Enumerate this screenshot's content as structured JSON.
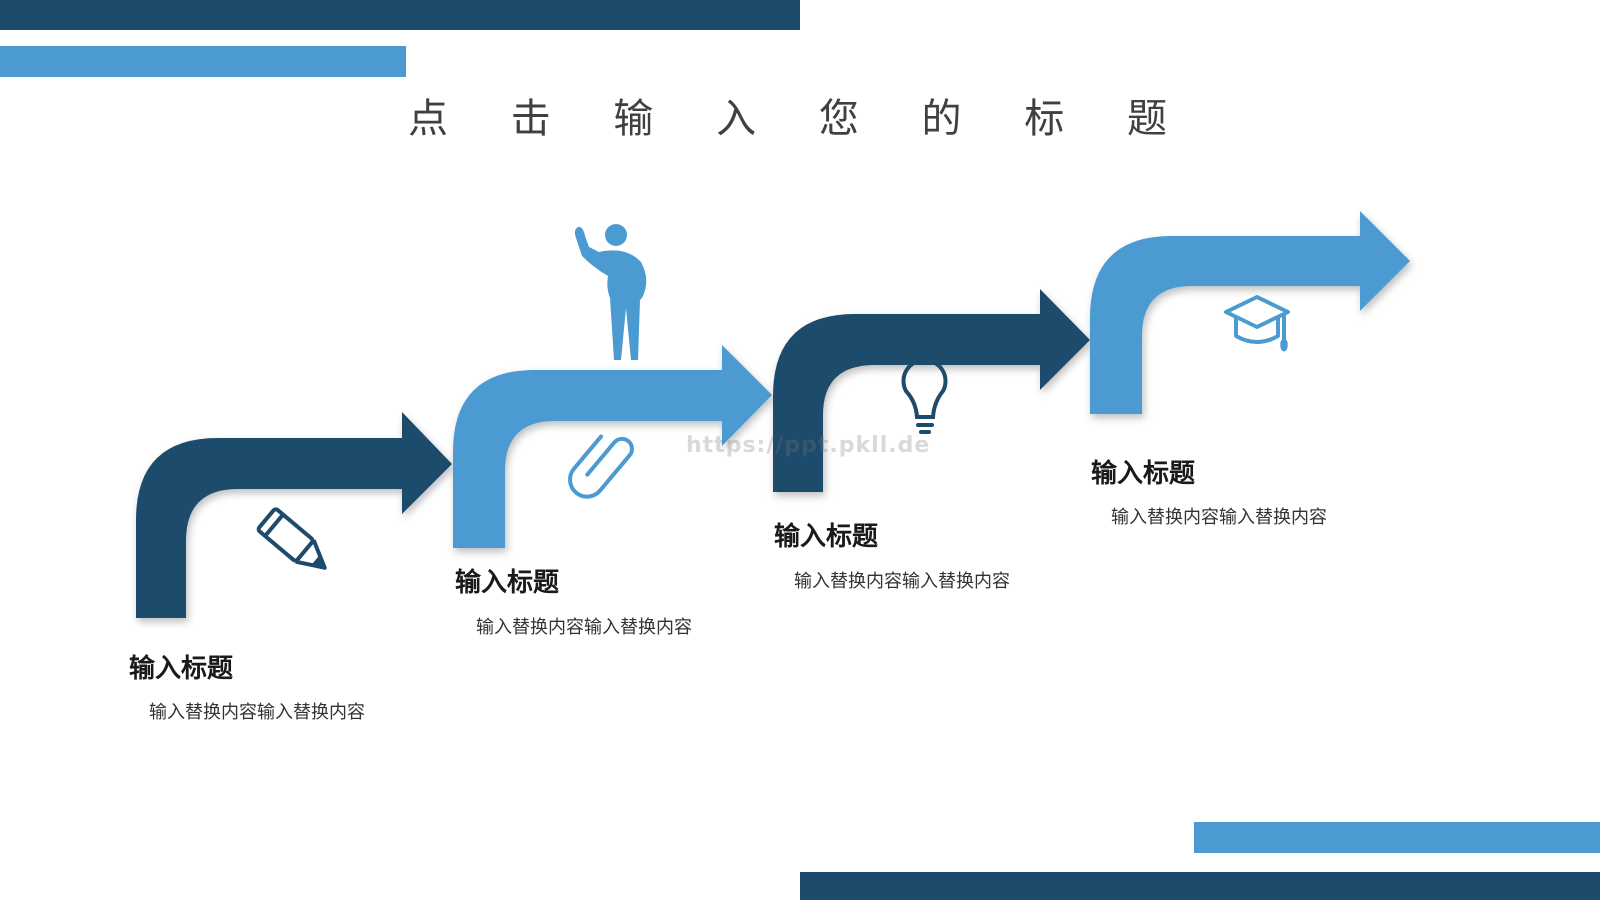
{
  "title": "点 击 输 入 您 的 标 题",
  "watermark": "https://ppt.pkll.de",
  "colors": {
    "dark": "#1d4b6c",
    "light": "#4b9bd2"
  },
  "steps": [
    {
      "title": "输入标题",
      "desc": "输入替换内容输入替换内容",
      "icon": "pencil-icon",
      "color": "dark"
    },
    {
      "title": "输入标题",
      "desc": "输入替换内容输入替换内容",
      "icon": "paperclip-icon",
      "color": "light"
    },
    {
      "title": "输入标题",
      "desc": "输入替换内容输入替换内容",
      "icon": "lightbulb-icon",
      "color": "dark"
    },
    {
      "title": "输入标题",
      "desc": "输入替换内容输入替换内容",
      "icon": "graduation-cap-icon",
      "color": "light"
    }
  ]
}
